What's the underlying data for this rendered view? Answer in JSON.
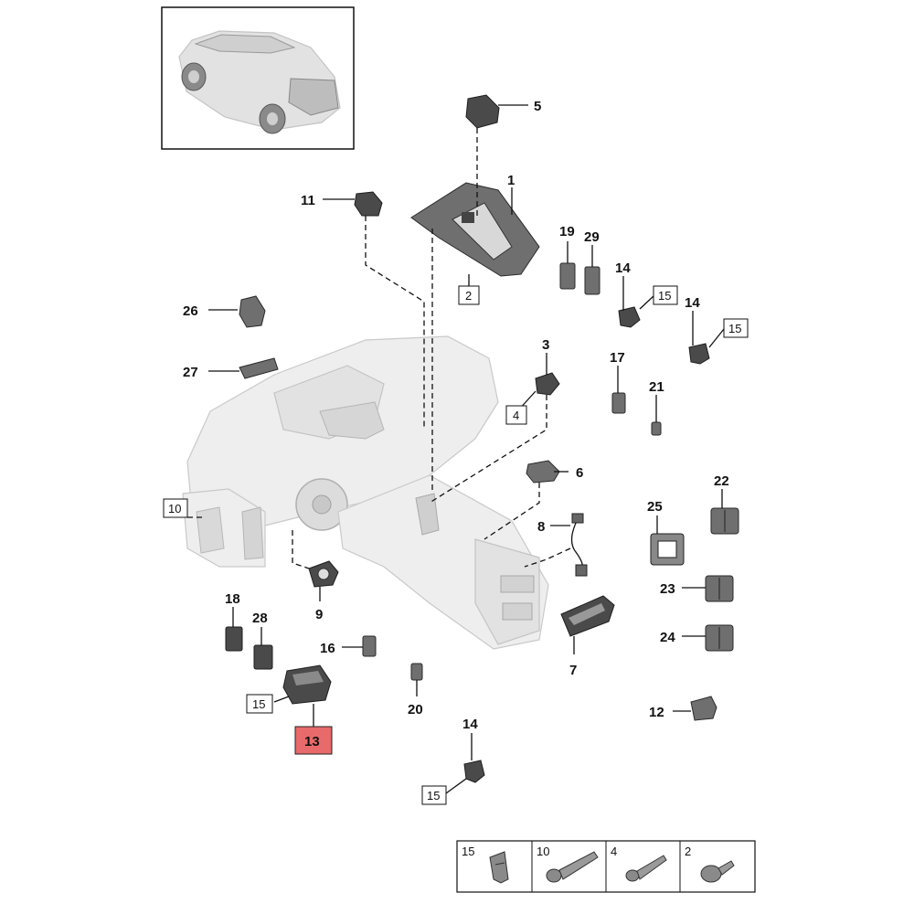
{
  "callouts": {
    "c1": "1",
    "c3": "3",
    "c5": "5",
    "c6": "6",
    "c7": "7",
    "c8": "8",
    "c9": "9",
    "c11": "11",
    "c12": "12",
    "c14a": "14",
    "c14b": "14",
    "c14c": "14",
    "c16": "16",
    "c17": "17",
    "c18": "18",
    "c19": "19",
    "c20": "20",
    "c21": "21",
    "c22": "22",
    "c23": "23",
    "c24": "24",
    "c25": "25",
    "c26": "26",
    "c27": "27",
    "c28": "28",
    "c29": "29"
  },
  "boxed_refs": {
    "b2": "2",
    "b4": "4",
    "b10": "10",
    "b15a": "15",
    "b15b": "15",
    "b15c": "15",
    "b15d": "15"
  },
  "highlighted_part": {
    "number": "13",
    "color": "#e86a6a"
  },
  "fastener_legend": [
    {
      "number": "15",
      "icon": "clip-icon"
    },
    {
      "number": "10",
      "icon": "bolt-icon"
    },
    {
      "number": "4",
      "icon": "screw-icon"
    },
    {
      "number": "2",
      "icon": "flange-screw-icon"
    }
  ],
  "colors": {
    "line": "#111111",
    "part": "#6f6f6f",
    "ghost": "#eeeeee"
  }
}
